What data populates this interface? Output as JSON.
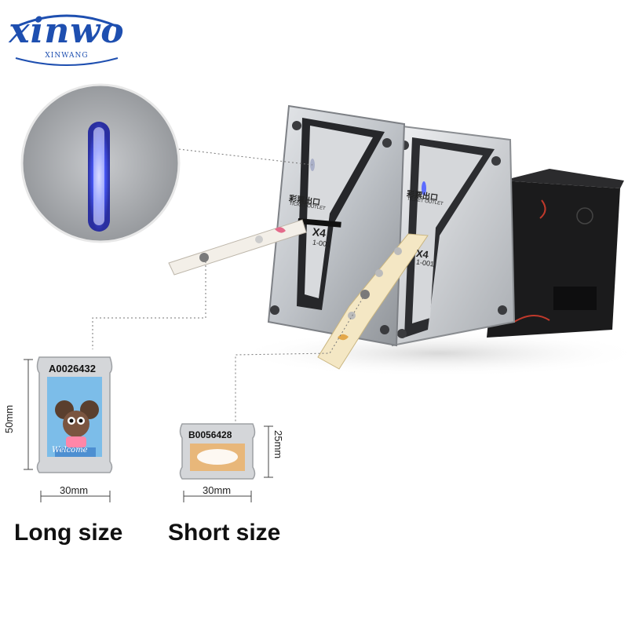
{
  "logo": {
    "main": "xinwo",
    "sub": "XINWANG"
  },
  "dispenser": {
    "label_cn": "彩票出口",
    "label_en": "TICKET OUTLET",
    "model": "X4",
    "code": "1-001"
  },
  "tickets": {
    "long": {
      "number": "A0026432",
      "art_text": "Welcome",
      "height_label": "50mm",
      "width_label": "30mm",
      "caption": "Long size"
    },
    "short": {
      "number": "B0056428",
      "height_label": "25mm",
      "width_label": "30mm",
      "caption": "Short size"
    }
  },
  "colors": {
    "logo_blue": "#1e4fb0",
    "led_blue": "#4a5cff",
    "panel_silver": "#c9ccd0",
    "ticket_blue": "#6fb3e6",
    "ticket_orange": "#e8b77a"
  }
}
